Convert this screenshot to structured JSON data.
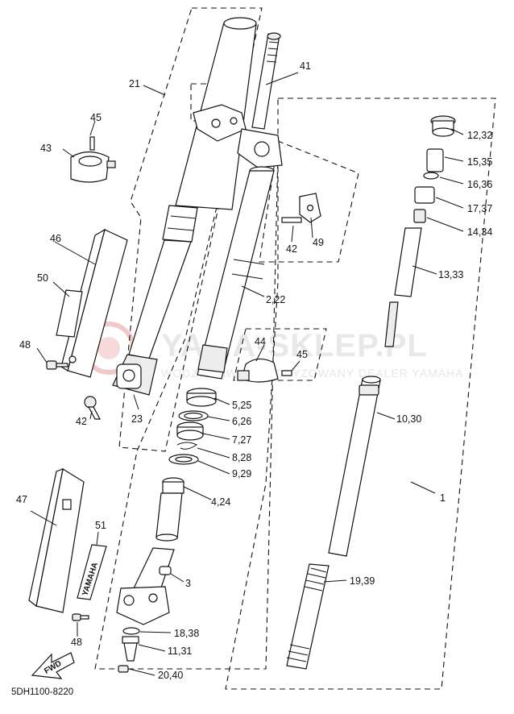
{
  "watermark": {
    "title": "YAMA-SKLEP.PL",
    "subtitle": "WODZISŁAW - AUTORYZOWANY DEALER YAMAHA"
  },
  "diagram_code": "5DH1100-8220",
  "guard_brand": "YAMAHA",
  "fwd_label": "FWD",
  "callouts": [
    {
      "id": "c1",
      "text": "1"
    },
    {
      "id": "c2",
      "text": "2,22"
    },
    {
      "id": "c3",
      "text": "3"
    },
    {
      "id": "c4",
      "text": "4,24"
    },
    {
      "id": "c5",
      "text": "5,25"
    },
    {
      "id": "c6",
      "text": "6,26"
    },
    {
      "id": "c7",
      "text": "7,27"
    },
    {
      "id": "c8",
      "text": "8,28"
    },
    {
      "id": "c9",
      "text": "9,29"
    },
    {
      "id": "c10",
      "text": "10,30"
    },
    {
      "id": "c11",
      "text": "11,31"
    },
    {
      "id": "c12",
      "text": "12,32"
    },
    {
      "id": "c13",
      "text": "13,33"
    },
    {
      "id": "c14",
      "text": "14,34"
    },
    {
      "id": "c15",
      "text": "15,35"
    },
    {
      "id": "c16",
      "text": "16,36"
    },
    {
      "id": "c17",
      "text": "17,37"
    },
    {
      "id": "c18",
      "text": "18,38"
    },
    {
      "id": "c19",
      "text": "19,39"
    },
    {
      "id": "c20",
      "text": "20,40"
    },
    {
      "id": "c21",
      "text": "21"
    },
    {
      "id": "c23",
      "text": "23"
    },
    {
      "id": "c41",
      "text": "41"
    },
    {
      "id": "c42a",
      "text": "42"
    },
    {
      "id": "c42b",
      "text": "42"
    },
    {
      "id": "c43",
      "text": "43"
    },
    {
      "id": "c44",
      "text": "44"
    },
    {
      "id": "c45a",
      "text": "45"
    },
    {
      "id": "c45b",
      "text": "45"
    },
    {
      "id": "c46",
      "text": "46"
    },
    {
      "id": "c47",
      "text": "47"
    },
    {
      "id": "c48a",
      "text": "48"
    },
    {
      "id": "c48b",
      "text": "48"
    },
    {
      "id": "c49",
      "text": "49"
    },
    {
      "id": "c50",
      "text": "50"
    },
    {
      "id": "c51",
      "text": "51"
    }
  ]
}
